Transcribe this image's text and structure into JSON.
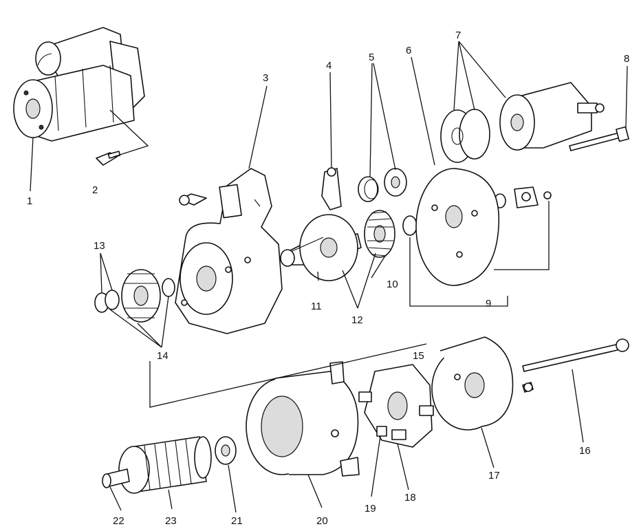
{
  "callouts": [
    "1",
    "2",
    "3",
    "4",
    "5",
    "6",
    "7",
    "8",
    "9",
    "10",
    "11",
    "12",
    "13",
    "14",
    "15",
    "16",
    "17",
    "18",
    "19",
    "20",
    "21",
    "22",
    "23"
  ],
  "colors": {
    "ink": "#111111",
    "paper": "#ffffff",
    "shade": "#dcdcdc"
  }
}
